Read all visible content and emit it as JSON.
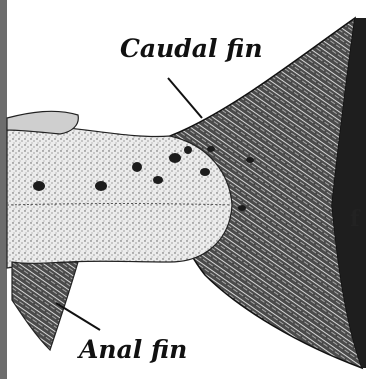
{
  "figure": {
    "labels": {
      "caudal_fin": "Caudal fin",
      "anal_fin": "Anal fin",
      "edge_fragment": "f"
    },
    "colors": {
      "ink": "#111111",
      "body_fill": "#e6e6e6",
      "fin_fill": "#3a3a3a",
      "spot": "#1c1c1c",
      "background": "#ffffff"
    }
  }
}
